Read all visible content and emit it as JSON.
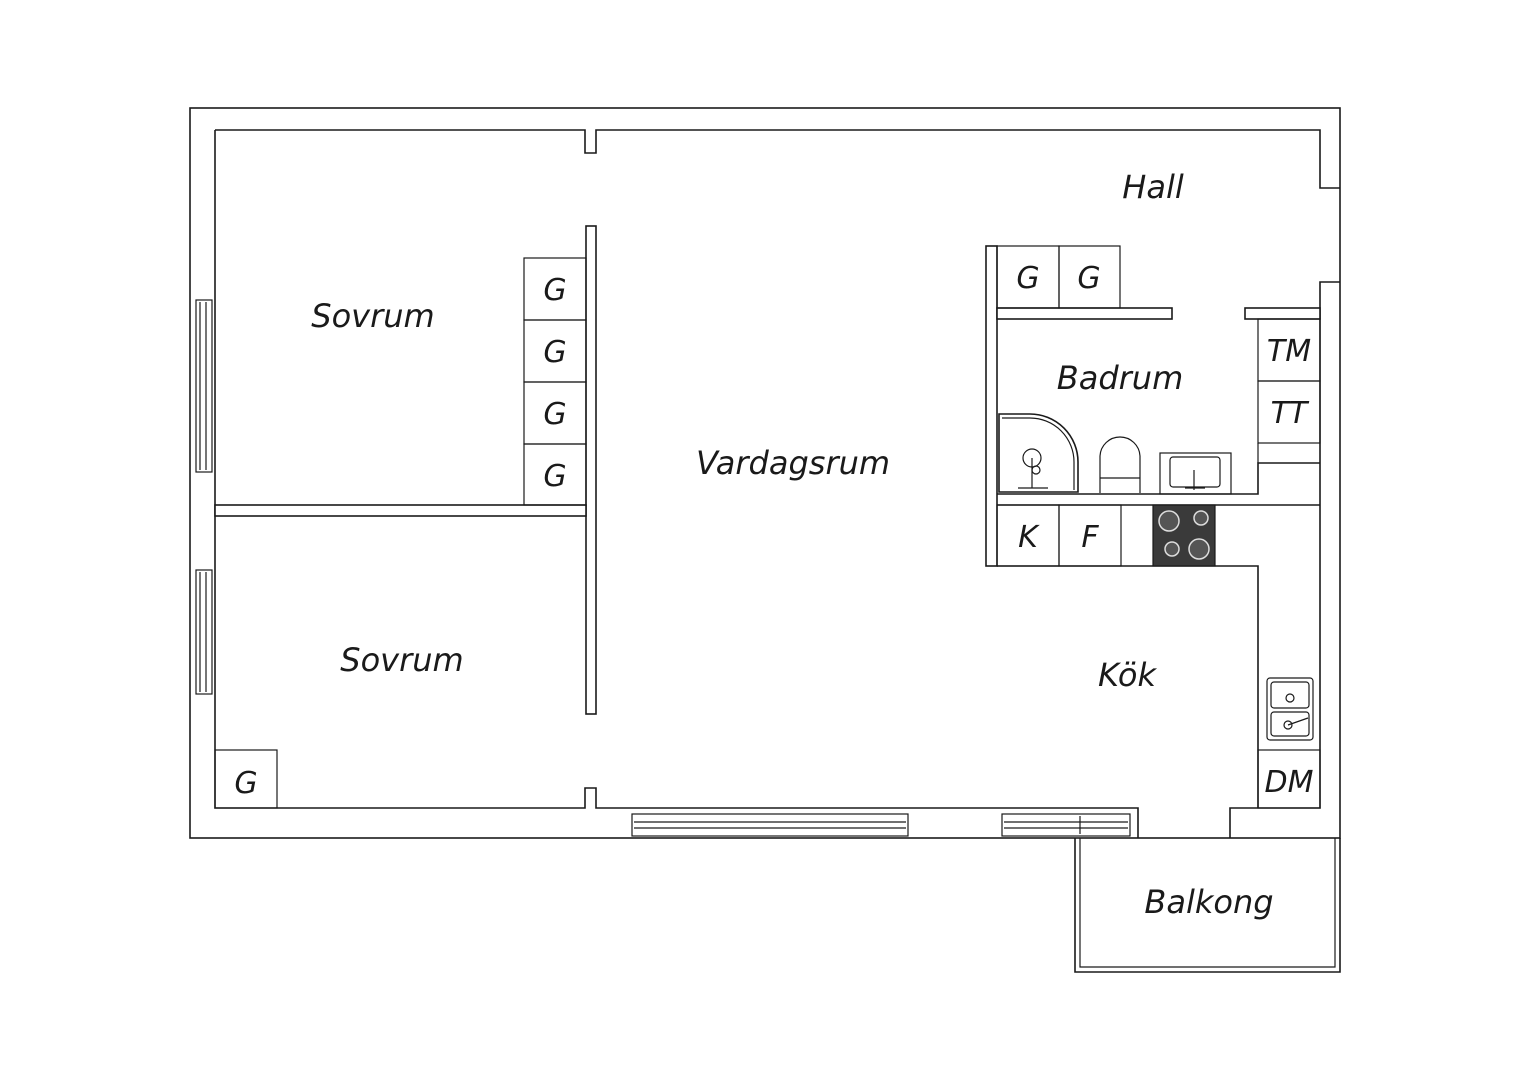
{
  "rooms": {
    "hall": "Hall",
    "sovrum_1": "Sovrum",
    "sovrum_2": "Sovrum",
    "vardagsrum": "Vardagsrum",
    "badrum": "Badrum",
    "kok": "Kök",
    "balkong": "Balkong"
  },
  "fixtures": {
    "wardrobe": "G",
    "fridge": "K",
    "freezer": "F",
    "washing_machine": "TM",
    "dryer": "TT",
    "dishwasher": "DM"
  },
  "colors": {
    "line": "#1a1a1a",
    "background": "#ffffff",
    "stove": "#3a3a3a"
  }
}
